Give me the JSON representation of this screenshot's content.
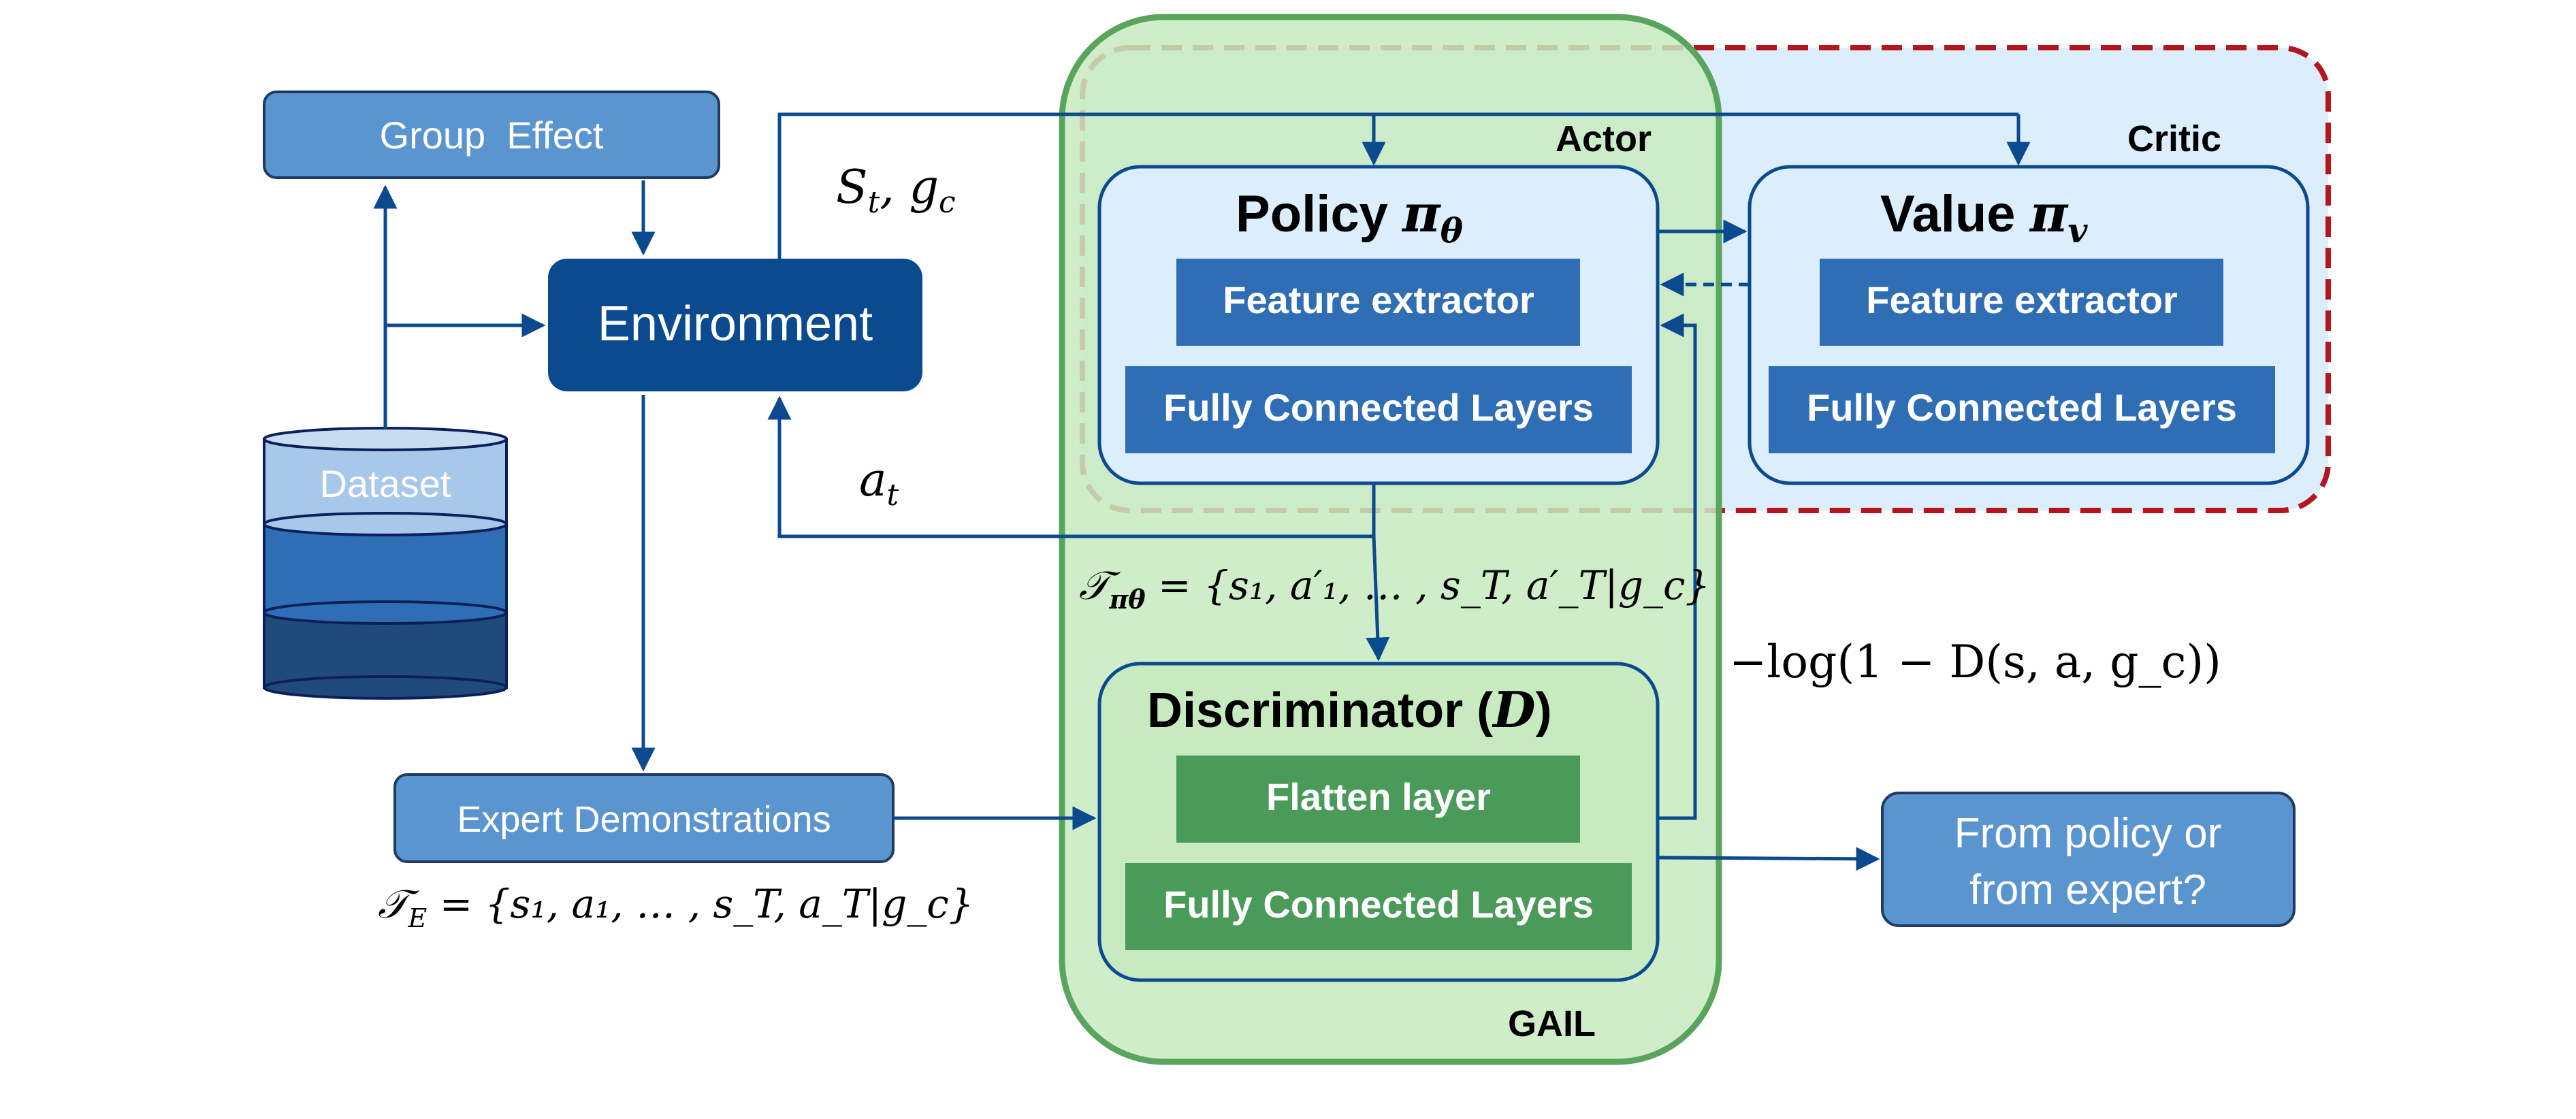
{
  "group_effect": {
    "label": "Group  Effect"
  },
  "environment": {
    "label": "Environment"
  },
  "dataset": {
    "label": "Dataset"
  },
  "expert_demos": {
    "label": "Expert Demonstrations"
  },
  "outcome_box": {
    "line1": "From policy or",
    "line2": "from expert?"
  },
  "actor_label": "Actor",
  "critic_label": "Critic",
  "gail_label": "GAIL",
  "policy": {
    "title": "Policy ",
    "title_symbol": "π",
    "title_sub": "θ",
    "feature": "Feature extractor",
    "fc": "Fully Connected Layers"
  },
  "value": {
    "title": "Value ",
    "title_symbol": "π",
    "title_sub": "v",
    "feature": "Feature extractor",
    "fc": "Fully Connected Layers"
  },
  "discriminator": {
    "title": "Discriminator (",
    "title_symbol": "D",
    "title_end": ")",
    "flatten": "Flatten layer",
    "fc": "Fully Connected Layers"
  },
  "math": {
    "state": {
      "s": "S",
      "s_sub": "t",
      "rest": ", g",
      "g_sub": "c"
    },
    "action": {
      "a": "a",
      "a_sub": "t"
    },
    "policy_traj": "𝒯",
    "policy_traj_sub": "πθ",
    "policy_traj_set": " = {s₁, a′₁, … , s_T, a′_T|g_c}",
    "expert_traj": "𝒯",
    "expert_traj_sub": "E",
    "expert_traj_set": " = {s₁, a₁, … , s_T, a_T|g_c}",
    "reward": "−log(1 − D(s, a, g_c))"
  },
  "colors": {
    "navy": "#0b4a8f",
    "mid_blue": "#2f6eb5",
    "light_blue_box": "#5b95d0",
    "panel_blue": "#dceefb",
    "gail_green": "#c8eac0",
    "gail_border": "#5aa55e",
    "dark_green": "#4a9a5a",
    "critic_dashed": "#b5161e"
  }
}
